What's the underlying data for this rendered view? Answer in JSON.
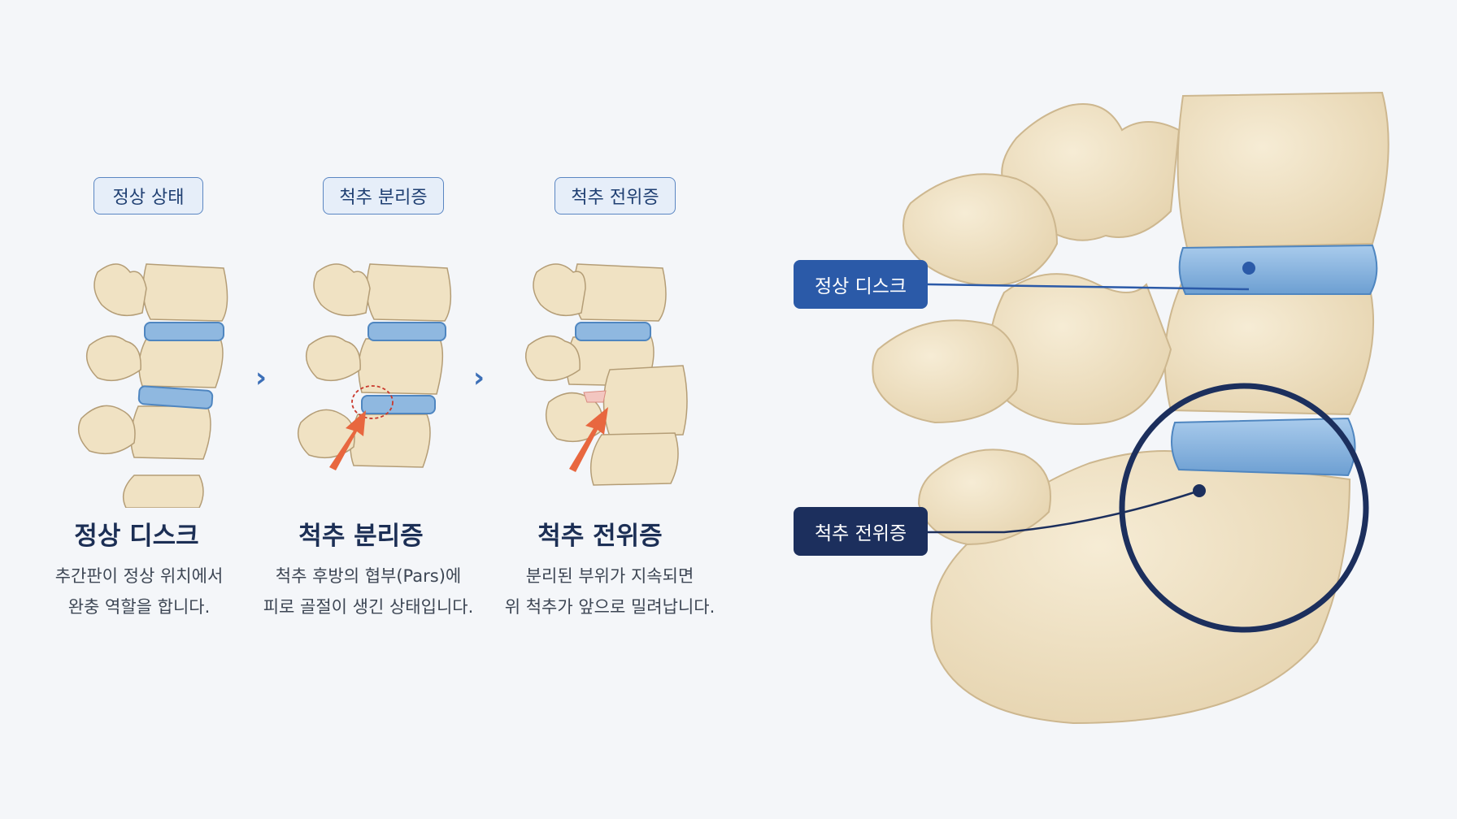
{
  "stages": [
    {
      "tag": "정상 상태",
      "title": "정상 디스크",
      "desc": [
        "추간판이 정상 위치에서",
        "완충 역할을 합니다."
      ]
    },
    {
      "tag": "척추 분리증",
      "title": "척추 분리증",
      "desc": [
        "척추 후방의 협부(Pars)에",
        "피로 골절이 생긴 상태입니다."
      ]
    },
    {
      "tag": "척추 전위증",
      "title": "척추 전위증",
      "desc": [
        "분리된 부위가 지속되면",
        "위 척추가 앞으로 밀려납니다."
      ]
    }
  ],
  "arrows": [
    "›",
    "›"
  ],
  "callouts": {
    "normal_disc": "정상 디스크",
    "spondylolisthesis": "척추 전위증"
  },
  "colors": {
    "bone": "#f0e2c3",
    "bone_dark": "#c9b38c",
    "disc": "#8fb8e0",
    "disc_dark": "#4f86c0",
    "callout_blue": "#2b5aa8",
    "callout_navy": "#1c2f5d",
    "fracture_arrow": "#e8673f"
  }
}
